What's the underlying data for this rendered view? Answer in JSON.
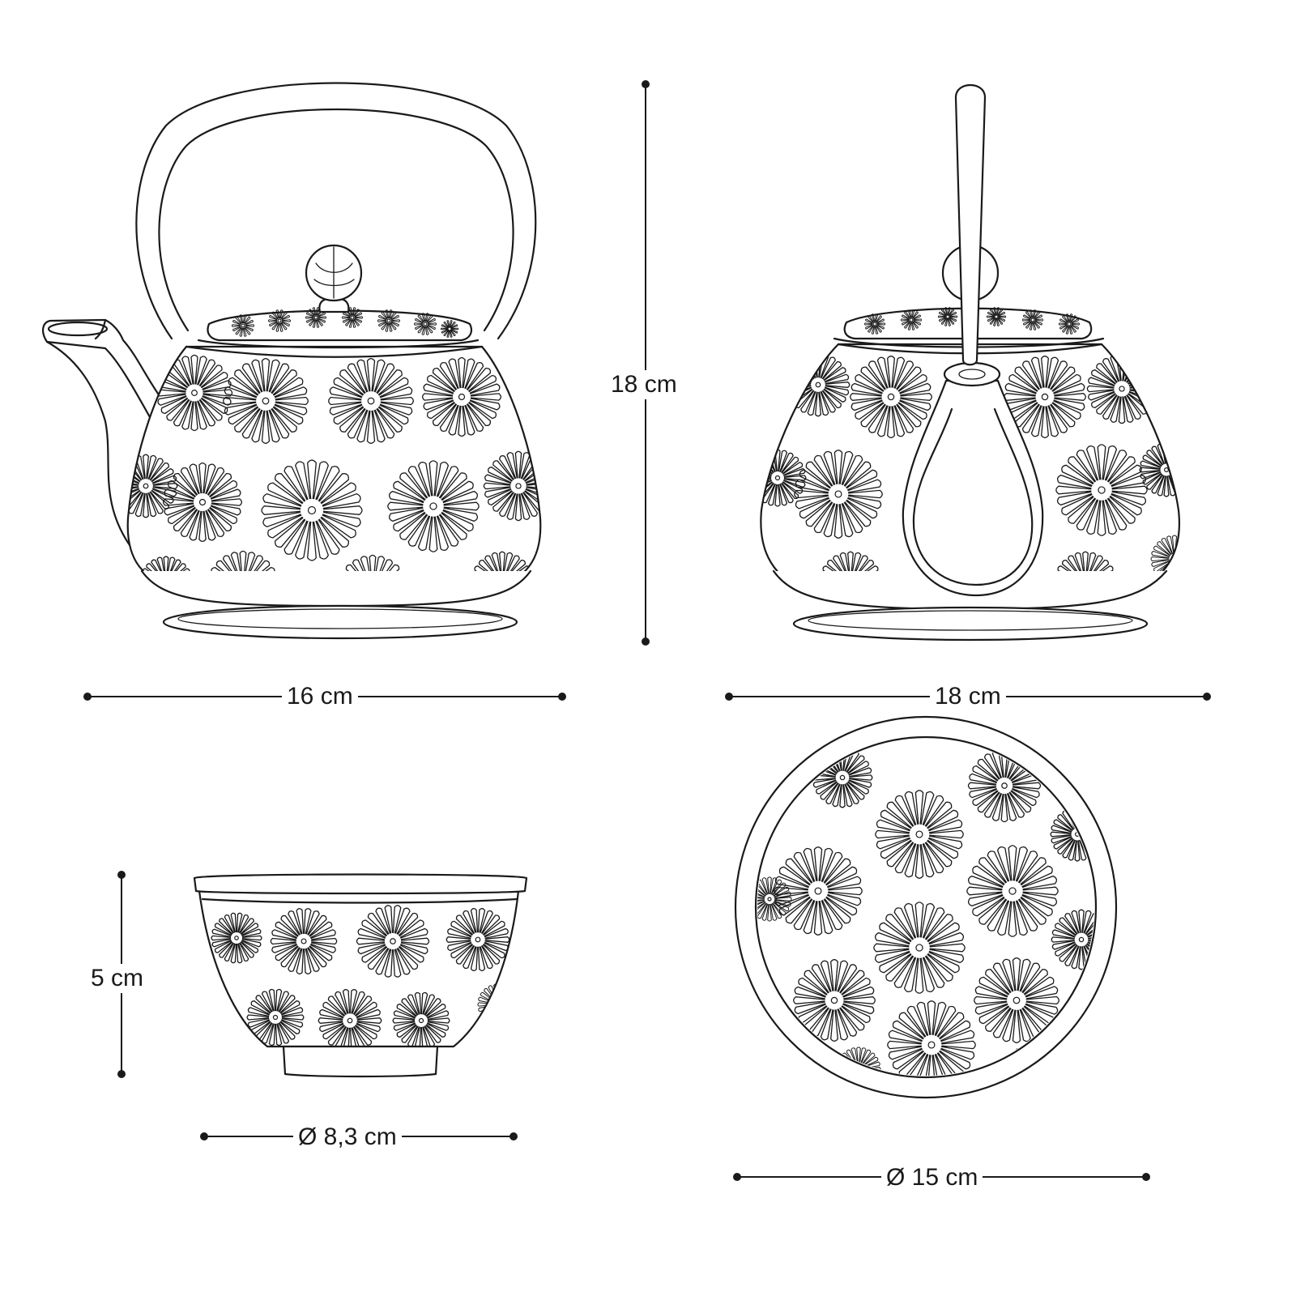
{
  "dimensions": {
    "teapot_height": "18 cm",
    "teapot_width": "16 cm",
    "teapot_depth": "18 cm",
    "cup_height": "5 cm",
    "cup_diameter": "Ø 8,3 cm",
    "trivet_diameter": "Ø 15 cm"
  },
  "colors": {
    "ink": "#1a1a1a",
    "background": "#ffffff"
  }
}
